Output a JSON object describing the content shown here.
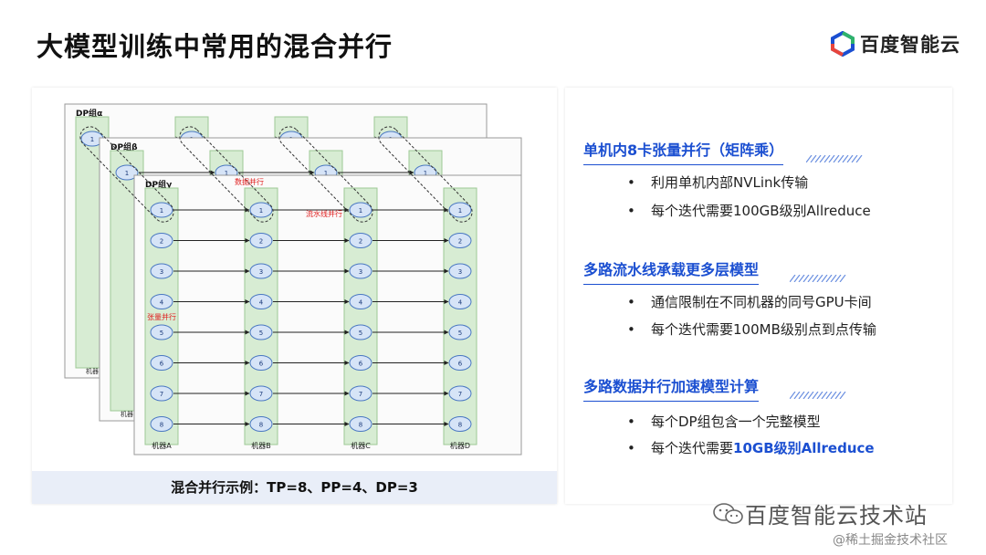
{
  "title": "大模型训练中常用的混合并行",
  "brand": {
    "name": "百度智能云",
    "colors": {
      "blue": "#1b4fd1",
      "green": "#2fb36b",
      "teal": "#1aa1a1"
    }
  },
  "diagram": {
    "groups": [
      "DP组α",
      "DP组β",
      "DP组γ"
    ],
    "machines": [
      "机器A",
      "机器B",
      "机器C",
      "机器D"
    ],
    "gpu_labels": [
      "1",
      "2",
      "3",
      "4",
      "5",
      "6",
      "7",
      "8"
    ],
    "labels": {
      "dp": "数据并行",
      "pp": "流水线并行",
      "tp": "张量并行"
    },
    "back_machine_label": "机器",
    "caption": "混合并行示例：TP=8、PP=4、DP=3"
  },
  "sections": [
    {
      "title": "单机内8卡张量并行（矩阵乘）",
      "bullets": [
        {
          "text": "利用单机内部NVLink传输",
          "hl": ""
        },
        {
          "text": "每个迭代需要100GB级别Allreduce",
          "hl": ""
        }
      ]
    },
    {
      "title": "多路流水线承载更多层模型",
      "bullets": [
        {
          "text": "通信限制在不同机器的同号GPU卡间",
          "hl": ""
        },
        {
          "text": "每个迭代需要100MB级别点到点传输",
          "hl": ""
        }
      ]
    },
    {
      "title": "多路数据并行加速模型计算",
      "bullets": [
        {
          "text": "每个DP组包含一个完整模型",
          "hl": ""
        },
        {
          "text": "每个迭代需要",
          "hl": "10GB级别Allreduce"
        }
      ]
    }
  ],
  "watermark": {
    "primary": "百度智能云技术站",
    "secondary": "@稀土掘金技术社区"
  }
}
